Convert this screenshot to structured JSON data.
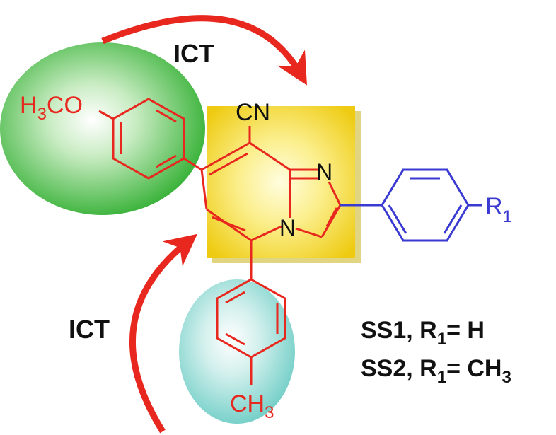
{
  "colors": {
    "donor_red": "#e8281e",
    "acceptor_blue": "#3a3ad2",
    "bond_black": "#111111",
    "donor_sphere_green": "#33b633",
    "donor_sphere_cyan": "#7fd3cd",
    "acceptor_box_yellow": "#f2d21c",
    "arrow_red": "#e8281e"
  },
  "labels": {
    "ict_top": "ICT",
    "ict_bottom": "ICT",
    "methoxy": {
      "main": "H",
      "sub": "3",
      "rest": "CO"
    },
    "cyano": "CN",
    "n_ring_upper": "N",
    "n_ring_bridge": "N",
    "methyl": {
      "main": "CH",
      "sub": "3"
    },
    "r1": {
      "main": "R",
      "sub": "1"
    }
  },
  "compounds": [
    {
      "name": "SS1, R",
      "sub": "1",
      "rest": "= H",
      "rest_sub": ""
    },
    {
      "name": "SS2, R",
      "sub": "1",
      "rest": "= CH",
      "rest_sub": "3"
    }
  ]
}
